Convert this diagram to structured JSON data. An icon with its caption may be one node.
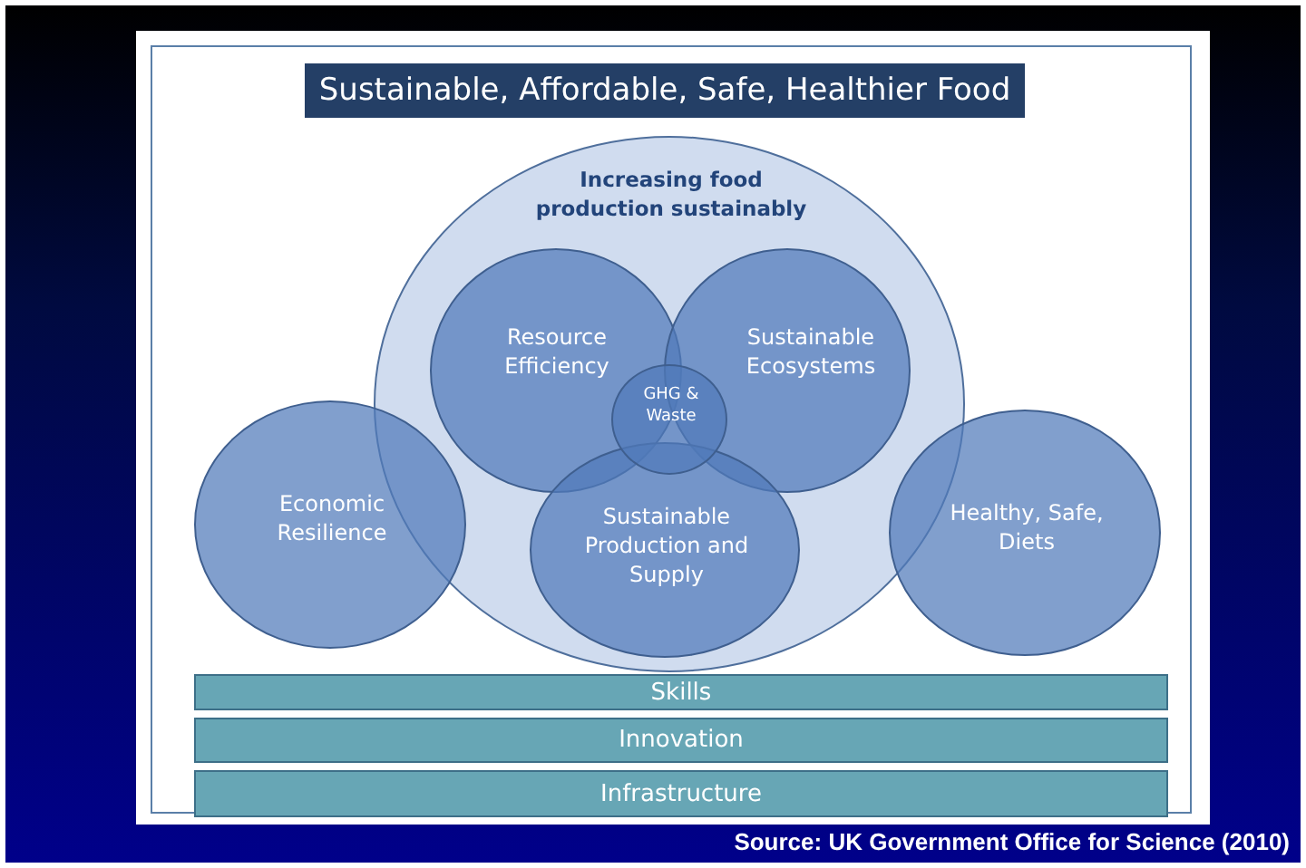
{
  "diagram": {
    "title": "Sustainable, Affordable, Safe, Healthier Food",
    "nodes": [
      {
        "text": [
          "Increasing food production sustainably"
        ]
      },
      {
        "text": [
          "Resource Efficiency"
        ],
        "in": 0
      },
      {
        "text": [
          "Sustainable Ecosystems"
        ],
        "in": 0
      },
      {
        "text": [
          "GHG & Waste"
        ],
        "in": 0
      },
      {
        "text": [
          "Sustainable Production and Supply"
        ],
        "in": 0
      },
      {
        "text": [
          "Economic Resilience"
        ]
      },
      {
        "text": [
          "Healthy, Safe, Diets"
        ]
      },
      {
        "text": [
          "Skills"
        ]
      },
      {
        "text": [
          "Innovation"
        ]
      },
      {
        "text": [
          "Infrastructure"
        ]
      }
    ],
    "edges": [],
    "labels": [
      "Source: UK Government Office for Science (2010)"
    ]
  }
}
